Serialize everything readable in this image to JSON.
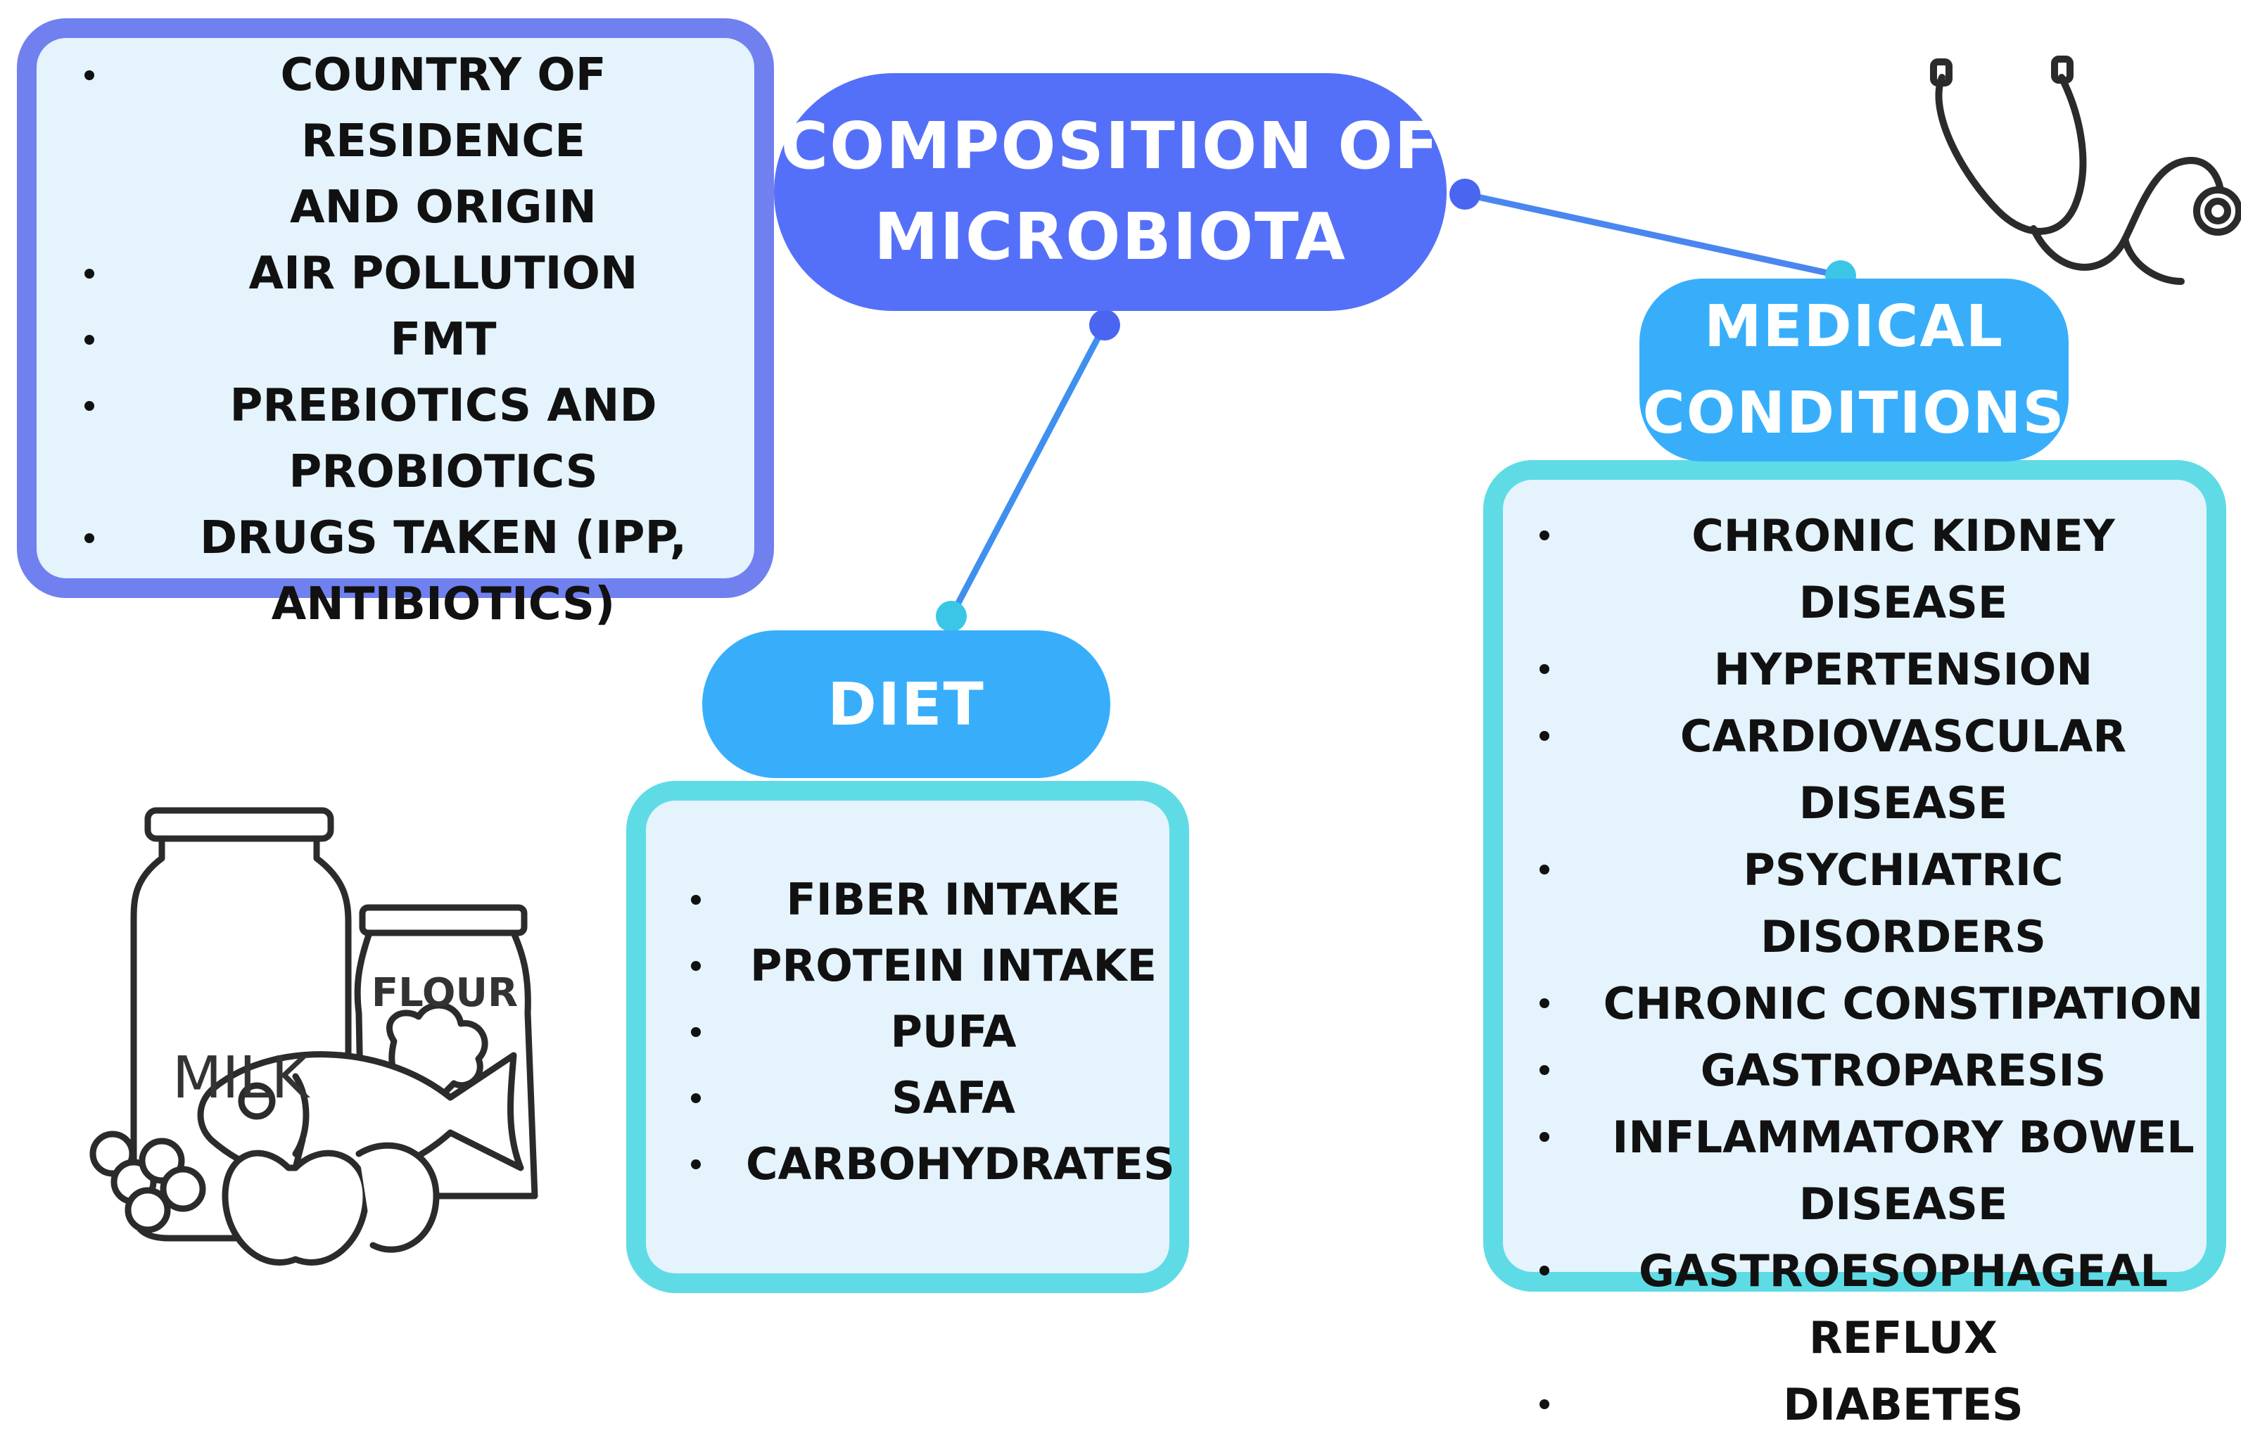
{
  "title": {
    "line1": "COMPOSITION OF",
    "line2": "MICROBIOTA"
  },
  "factors": {
    "items": [
      {
        "line1": "COUNTRY OF RESIDENCE",
        "line2": "AND ORIGIN"
      },
      {
        "line1": "AIR POLLUTION",
        "line2": ""
      },
      {
        "line1": "FMT",
        "line2": ""
      },
      {
        "line1": "PREBIOTICS AND",
        "line2": "PROBIOTICS"
      },
      {
        "line1": "DRUGS TAKEN (IPP,",
        "line2": "ANTIBIOTICS)"
      }
    ]
  },
  "diet": {
    "label": "DIET",
    "items": [
      "FIBER INTAKE",
      "PROTEIN INTAKE",
      "PUFA",
      "SAFA",
      "CARBOHYDRATES"
    ]
  },
  "medical": {
    "label_line1": "MEDICAL",
    "label_line2": "CONDITIONS",
    "items": [
      {
        "line1": "CHRONIC KIDNEY DISEASE",
        "line2": ""
      },
      {
        "line1": "HYPERTENSION",
        "line2": ""
      },
      {
        "line1": "CARDIOVASCULAR DISEASE",
        "line2": ""
      },
      {
        "line1": "PSYCHIATRIC DISORDERS",
        "line2": ""
      },
      {
        "line1": "CHRONIC CONSTIPATION",
        "line2": ""
      },
      {
        "line1": "GASTROPARESIS",
        "line2": ""
      },
      {
        "line1": "INFLAMMATORY BOWEL",
        "line2": "DISEASE"
      },
      {
        "line1": "GASTROESOPHAGEAL",
        "line2": "REFLUX"
      },
      {
        "line1": "DIABETES",
        "line2": ""
      }
    ]
  },
  "illustrations": {
    "food_jar_label": "MILK",
    "food_bag_label": "FLOUR"
  },
  "icons": [
    "stethoscope-icon",
    "food-groceries-icon"
  ],
  "colors": {
    "title_pill": "#5570f8",
    "factors_border": "#7080ef",
    "category_pill": "#38aefb",
    "list_border": "#5fdbe6",
    "list_fill": "#e4f3fc"
  }
}
